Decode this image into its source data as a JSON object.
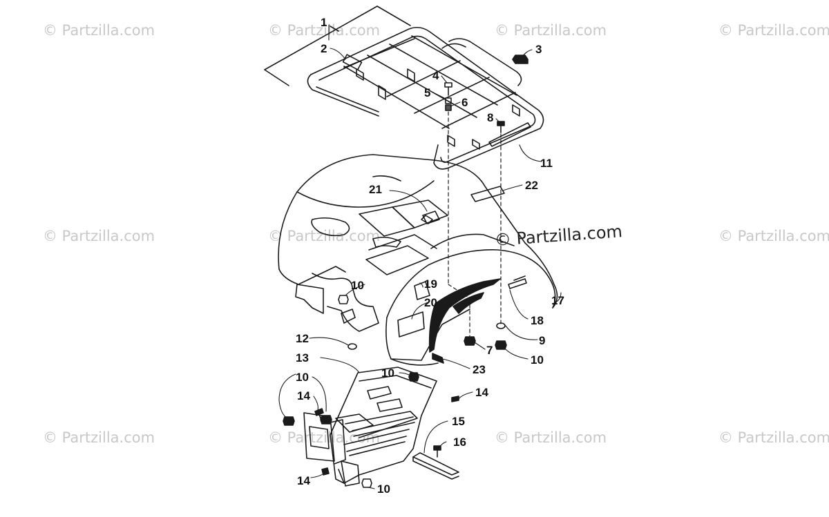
{
  "watermark": {
    "text": "© Partzilla.com",
    "main_text": "© Partzilla.com"
  },
  "callouts": [
    "1",
    "2",
    "3",
    "4",
    "5",
    "6",
    "8",
    "11",
    "21",
    "22",
    "10",
    "19",
    "20",
    "17",
    "18",
    "12",
    "9",
    "7",
    "10",
    "13",
    "10",
    "23",
    "10",
    "14",
    "14",
    "15",
    "16",
    "14",
    "10"
  ],
  "colors": {
    "line": "#1a1a1a",
    "watermark": "#c8c8c8",
    "decal_dark": "#1a1a1a"
  }
}
